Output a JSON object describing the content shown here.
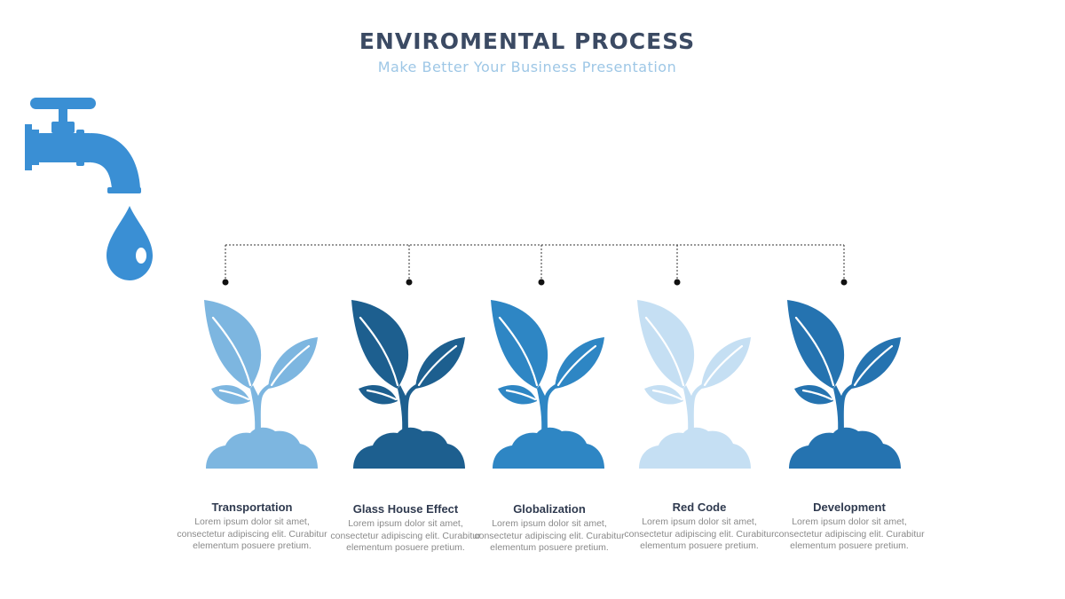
{
  "header": {
    "title": "ENVIROMENTAL PROCESS",
    "subtitle": "Make Better Your Business Presentation"
  },
  "icons": {
    "faucet": "faucet-icon",
    "drop": "water-drop-icon",
    "plant": "sprout-icon"
  },
  "colors": {
    "title": "#3b4a63",
    "subtitle": "#9ec7e6",
    "faucet": "#3a8fd4"
  },
  "steps": [
    {
      "title": "Transportation",
      "text": "Lorem ipsum dolor sit amet, consectetur adipiscing elit. Curabitur elementum posuere pretium.",
      "color": "#7db6e0"
    },
    {
      "title": "Glass House Effect",
      "text": "Lorem ipsum dolor sit amet, consectetur adipiscing elit. Curabitur elementum posuere pretium.",
      "color": "#1d5f8f"
    },
    {
      "title": "Globalization",
      "text": "Lorem ipsum dolor sit amet, consectetur adipiscing elit. Curabitur elementum posuere pretium.",
      "color": "#2e86c4"
    },
    {
      "title": "Red Code",
      "text": "Lorem ipsum dolor sit amet, consectetur adipiscing elit. Curabitur elementum posuere pretium.",
      "color": "#c5dff3"
    },
    {
      "title": "Development",
      "text": "Lorem ipsum dolor sit amet, consectetur adipiscing elit. Curabitur elementum posuere pretium.",
      "color": "#2573b0"
    }
  ]
}
